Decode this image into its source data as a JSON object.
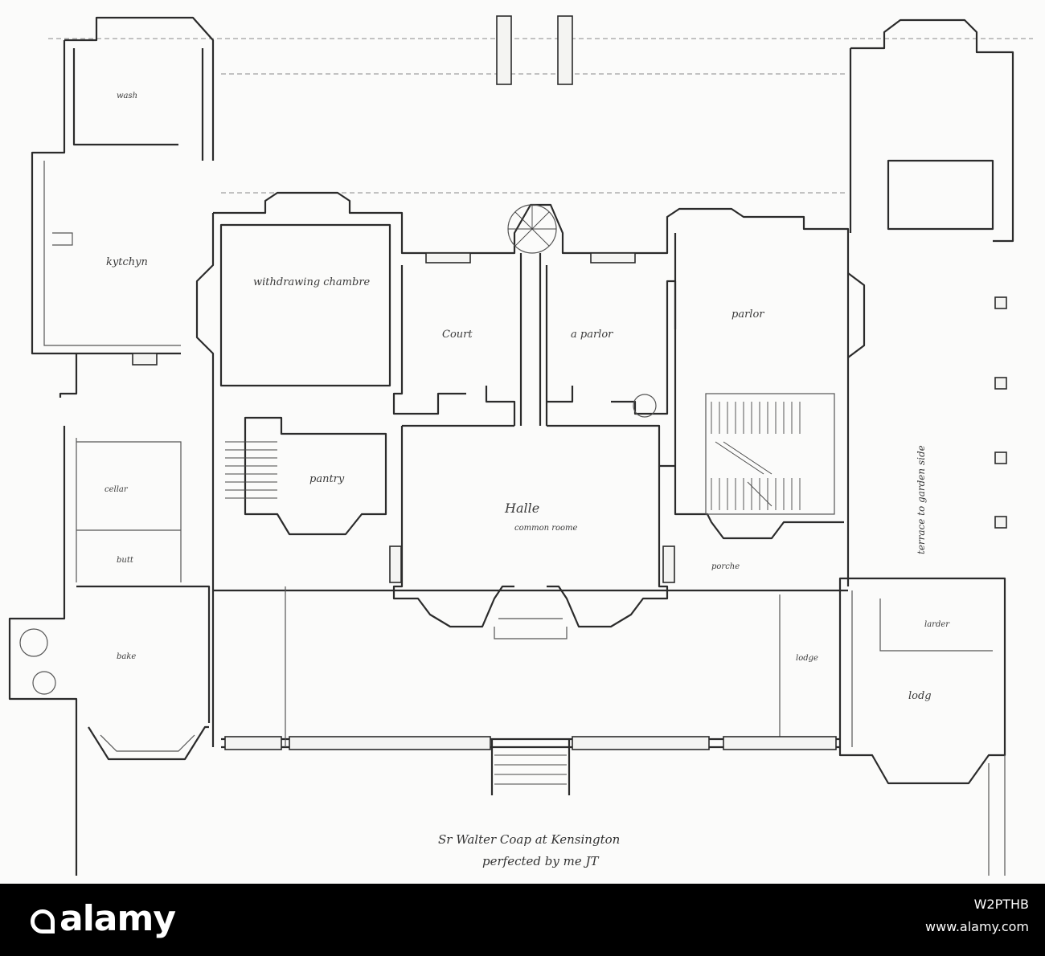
{
  "plan": {
    "rooms": [
      {
        "key": "kitchen",
        "text": "kytchyn"
      },
      {
        "key": "withdrawing",
        "text": "withdrawing chambre"
      },
      {
        "key": "court",
        "text": "Court"
      },
      {
        "key": "parlor_small",
        "text": "a parlor"
      },
      {
        "key": "parlor",
        "text": "parlor"
      },
      {
        "key": "hall",
        "text": "Halle"
      },
      {
        "key": "hall_sub",
        "text": "common roome"
      },
      {
        "key": "pantry",
        "text": "pantry"
      },
      {
        "key": "cellar",
        "text": "cellar"
      },
      {
        "key": "buttery",
        "text": "butt"
      },
      {
        "key": "bakehouse",
        "text": "bake"
      },
      {
        "key": "larder",
        "text": "larder"
      },
      {
        "key": "lodge",
        "text": "lodg"
      },
      {
        "key": "porch",
        "text": "porche"
      },
      {
        "key": "lower_right",
        "text": "lodge"
      },
      {
        "key": "upper_left",
        "text": "wash"
      },
      {
        "key": "terrace",
        "text": "terrace to garden side"
      }
    ],
    "caption_line1": "Sr Walter Coap at Kensington",
    "caption_line2": "perfected by me JT"
  },
  "watermark": {
    "brand": "alamy",
    "image_id": "W2PTHB",
    "site": "www.alamy.com"
  }
}
